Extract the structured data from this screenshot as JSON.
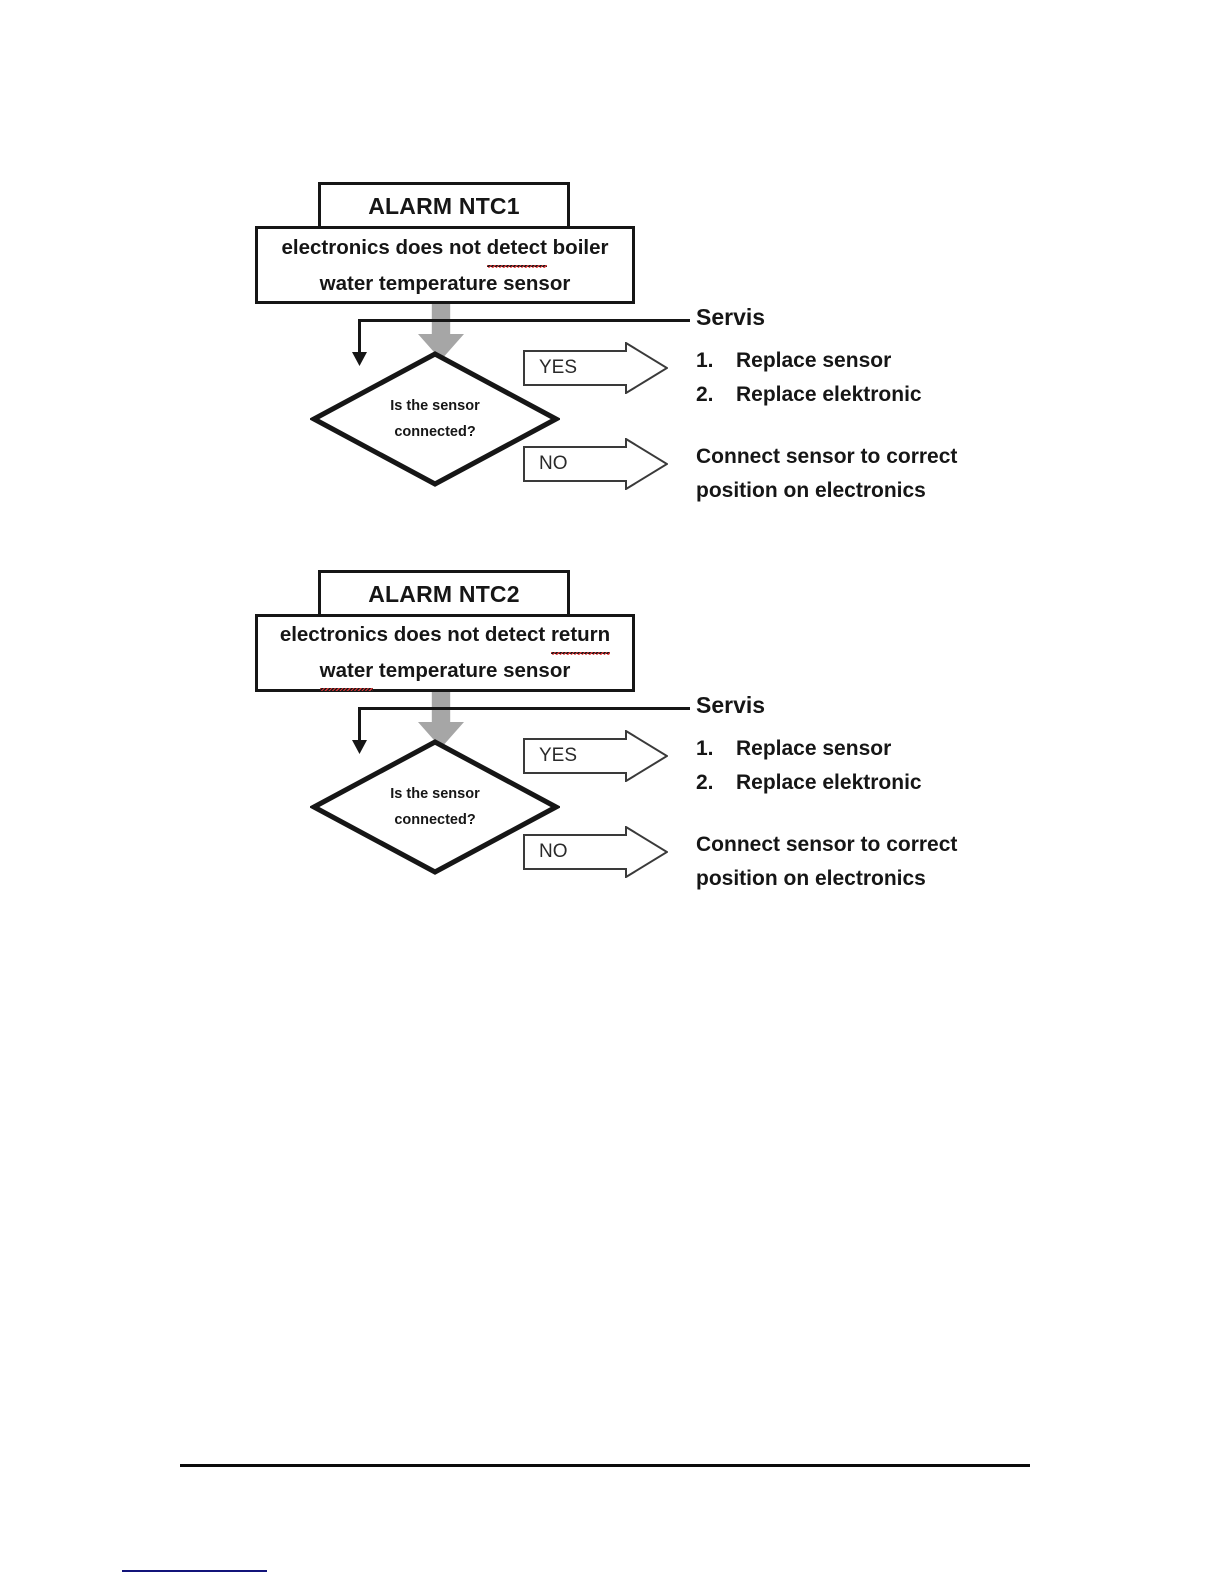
{
  "document": {
    "flows": [
      {
        "id": "ntc1",
        "title": "ALARM NTC1",
        "description_line1_a": "electronics does not ",
        "description_line1_b": "detect",
        "description_line1_c": " boiler",
        "description_line2": "water temperature sensor",
        "decision_line1": "Is the sensor",
        "decision_line2": "connected?",
        "yes_label": "YES",
        "no_label": "NO",
        "servis_label": "Servis",
        "steps": [
          {
            "num": "1.",
            "text": "Replace sensor"
          },
          {
            "num": "2.",
            "text": "Replace elektronic"
          }
        ],
        "connect_line1": "Connect sensor to correct",
        "connect_line2": "position on electronics"
      },
      {
        "id": "ntc2",
        "title": "ALARM NTC2",
        "description_line1_a": "electronics does not detect ",
        "description_line1_b": "return",
        "description_line1_c": "",
        "description_line2_a": "water ",
        "description_line2_b": " temperature sensor",
        "decision_line1": "Is the sensor",
        "decision_line2": "connected?",
        "yes_label": "YES",
        "no_label": "NO",
        "servis_label": "Servis",
        "steps": [
          {
            "num": "1.",
            "text": "Replace sensor"
          },
          {
            "num": "2.",
            "text": "Replace elektronic"
          }
        ],
        "connect_line1": "Connect sensor to correct",
        "connect_line2": "position on electronics"
      }
    ],
    "colors": {
      "outline": "#161616",
      "grey_arrow": "#a6a6a6",
      "spellcheck": "#e23b3b",
      "link_underline": "#13147a",
      "page_background": "#ffffff"
    }
  }
}
